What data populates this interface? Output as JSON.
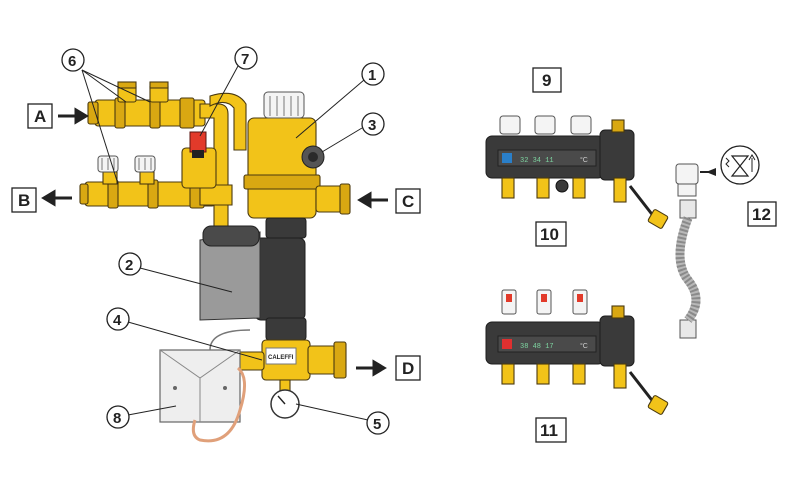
{
  "callouts": {
    "n1": "1",
    "n2": "2",
    "n3": "3",
    "n4": "4",
    "n5": "5",
    "n6": "6",
    "n7": "7",
    "n8": "8",
    "n9": "9",
    "n10": "10",
    "n11": "11",
    "n12": "12"
  },
  "ports": {
    "a": "A",
    "b": "B",
    "c": "C",
    "d": "D"
  },
  "manifold_readouts": {
    "blue": "32 34 11",
    "red": "38 48 17"
  },
  "unit_mark": "°C",
  "brand_label": "CALEFFI",
  "colors": {
    "brass": "#f2c319",
    "housing": "#3a3a3a",
    "pump_body": "#9a9a9a",
    "hose": "#e0a07a",
    "blue_badge": "#2a7fc9",
    "red_badge": "#e03030",
    "valve_red": "#e23a2a"
  }
}
